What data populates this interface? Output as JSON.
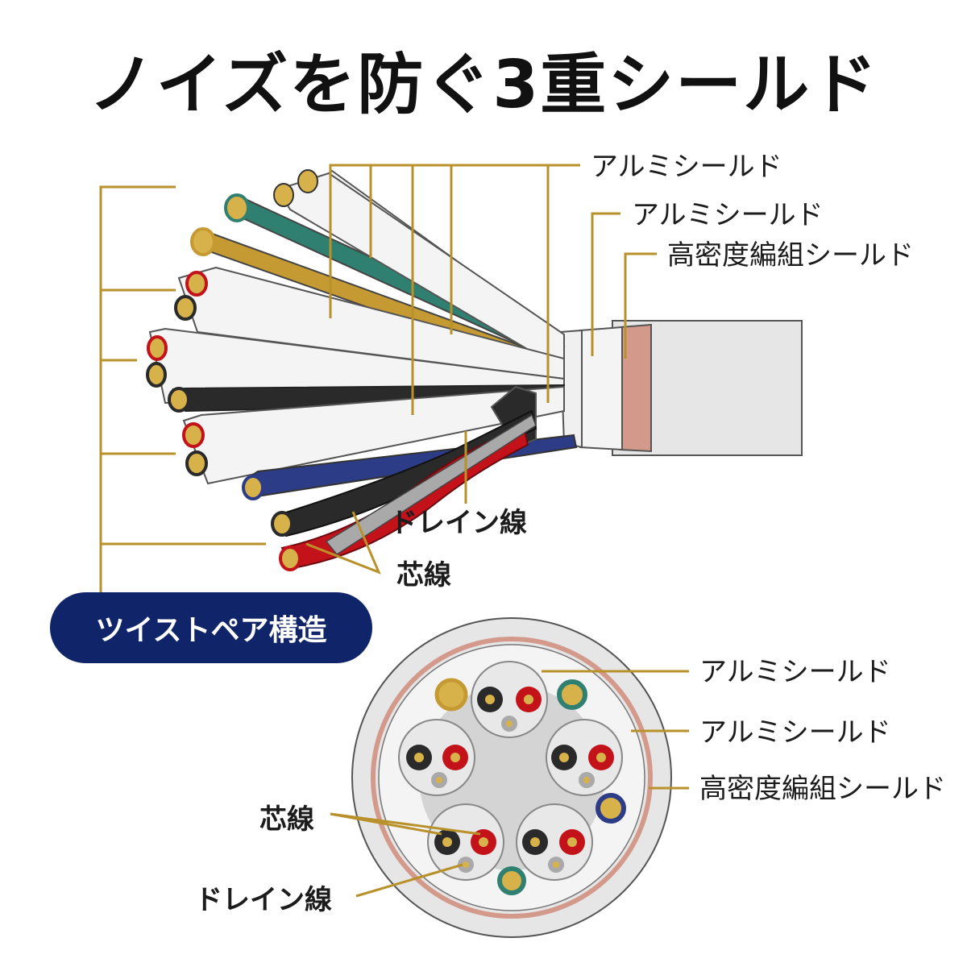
{
  "title": "ノイズを防ぐ3重シールド",
  "side_view": {
    "labels": {
      "shield_1": "アルミシールド",
      "shield_2": "アルミシールド",
      "braid": "高密度編組シールド",
      "drain": "ドレイン線",
      "core": "芯線"
    },
    "badge": "ツイストペア構造"
  },
  "cross_section": {
    "labels": {
      "shield_1": "アルミシールド",
      "shield_2": "アルミシールド",
      "braid": "高密度編組シールド",
      "core": "芯線",
      "drain": "ドレイン線"
    }
  },
  "colors": {
    "leader": "#b8912a",
    "badge_bg": "#10246a",
    "braid": "#d39a8c",
    "jacket": "#e6e6e6",
    "shield": "#f4f4f4",
    "red": "#c4121b",
    "black": "#2a2a2a",
    "gold": "#d7b24a",
    "teal": "#2f8070",
    "mustard": "#c59a33",
    "navy": "#2d3c86",
    "drain_gray": "#a9a9a9"
  }
}
